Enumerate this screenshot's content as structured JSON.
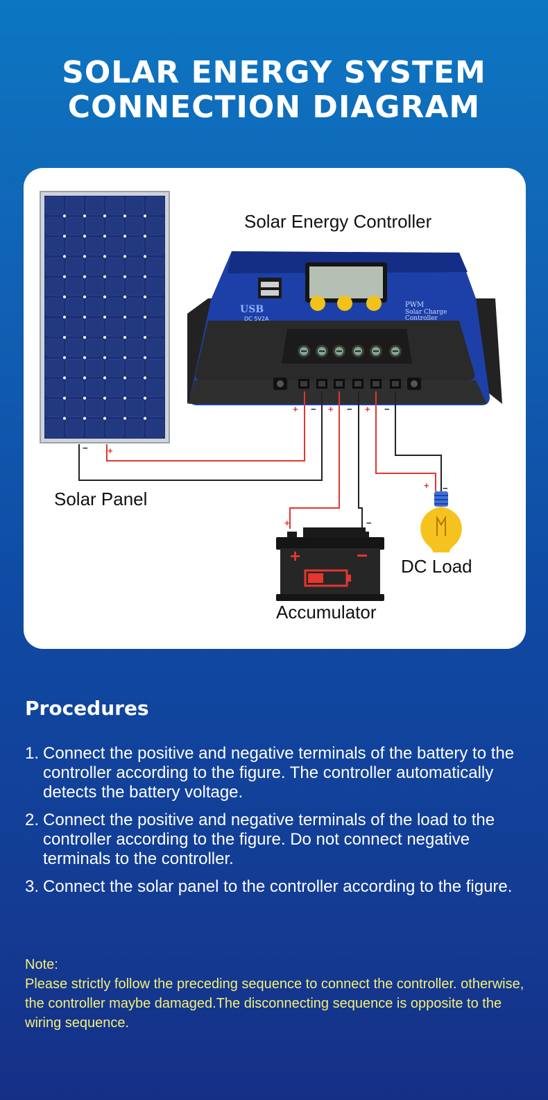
{
  "header": {
    "title_line1": "SOLAR ENERGY SYSTEM",
    "title_line2": "CONNECTION DIAGRAM"
  },
  "diagram": {
    "controller_label": "Solar Energy Controller",
    "panel_label": "Solar Panel",
    "battery_label": "Accumulator",
    "load_label": "DC Load",
    "controller_text": {
      "usb": "USB",
      "usb_spec": "DC 5V2A",
      "pwm": "PWM",
      "subtitle_line1": "Solar Charge",
      "subtitle_line2": "Controller"
    },
    "terminal_polarity": [
      "+",
      "−",
      "+",
      "−",
      "+",
      "−"
    ],
    "plus": "+",
    "minus": "−",
    "colors": {
      "positive_wire": "#e2362f",
      "negative_wire": "#222222",
      "controller_body": "#1d3fa8",
      "controller_buttons": "#f2c21b",
      "panel_cells": "#1c2f73"
    }
  },
  "procedures": {
    "title": "Procedures",
    "steps": [
      {
        "num": "1.",
        "text": "Connect the positive and negative terminals of the battery to the controller according to the figure. The controller automatically detects the battery voltage."
      },
      {
        "num": "2.",
        "text": "Connect the positive and negative terminals of the load to the controller according to the figure. Do not connect negative terminals to the controller."
      },
      {
        "num": "3.",
        "text": "Connect the solar panel to the controller according to the figure."
      }
    ]
  },
  "note": {
    "title": "Note:",
    "text": "Please strictly follow the preceding sequence to connect the controller. otherwise, the controller maybe damaged.The disconnecting sequence is opposite to the wiring sequence."
  }
}
